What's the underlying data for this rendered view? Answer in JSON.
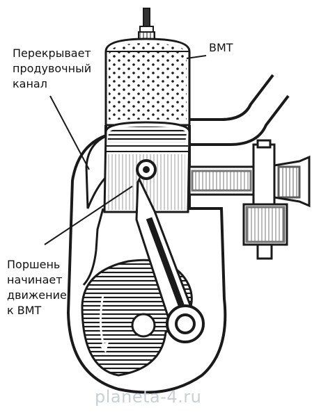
{
  "labels": {
    "tdc": "ВМТ",
    "closes_port": [
      "Перекрывает",
      "продувочный",
      "канал"
    ],
    "piston_moves": [
      "Поршень",
      "начинает",
      "движение",
      "к ВМТ"
    ]
  },
  "watermark": "planeta-4.ru",
  "colors": {
    "ink": "#1a1a1a",
    "paper": "#ffffff",
    "watermark": "#c9cfd6"
  }
}
